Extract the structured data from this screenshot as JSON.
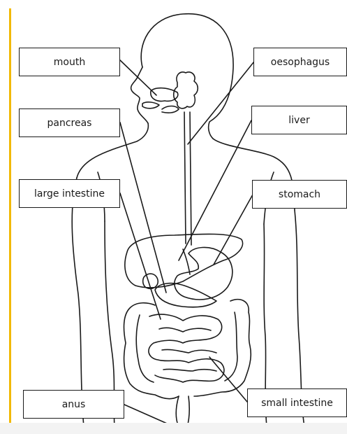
{
  "diagram": {
    "labels": {
      "mouth": "mouth",
      "oesophagus": "oesophagus",
      "pancreas": "pancreas",
      "liver": "liver",
      "large_intestine": "large intestine",
      "stomach": "stomach",
      "anus": "anus",
      "small_intestine": "small intestine"
    },
    "colors": {
      "accent_bar": "#f2b900",
      "outline": "#1a1a1a",
      "background": "#ffffff",
      "bottom_band": "#f3f3f3"
    }
  }
}
